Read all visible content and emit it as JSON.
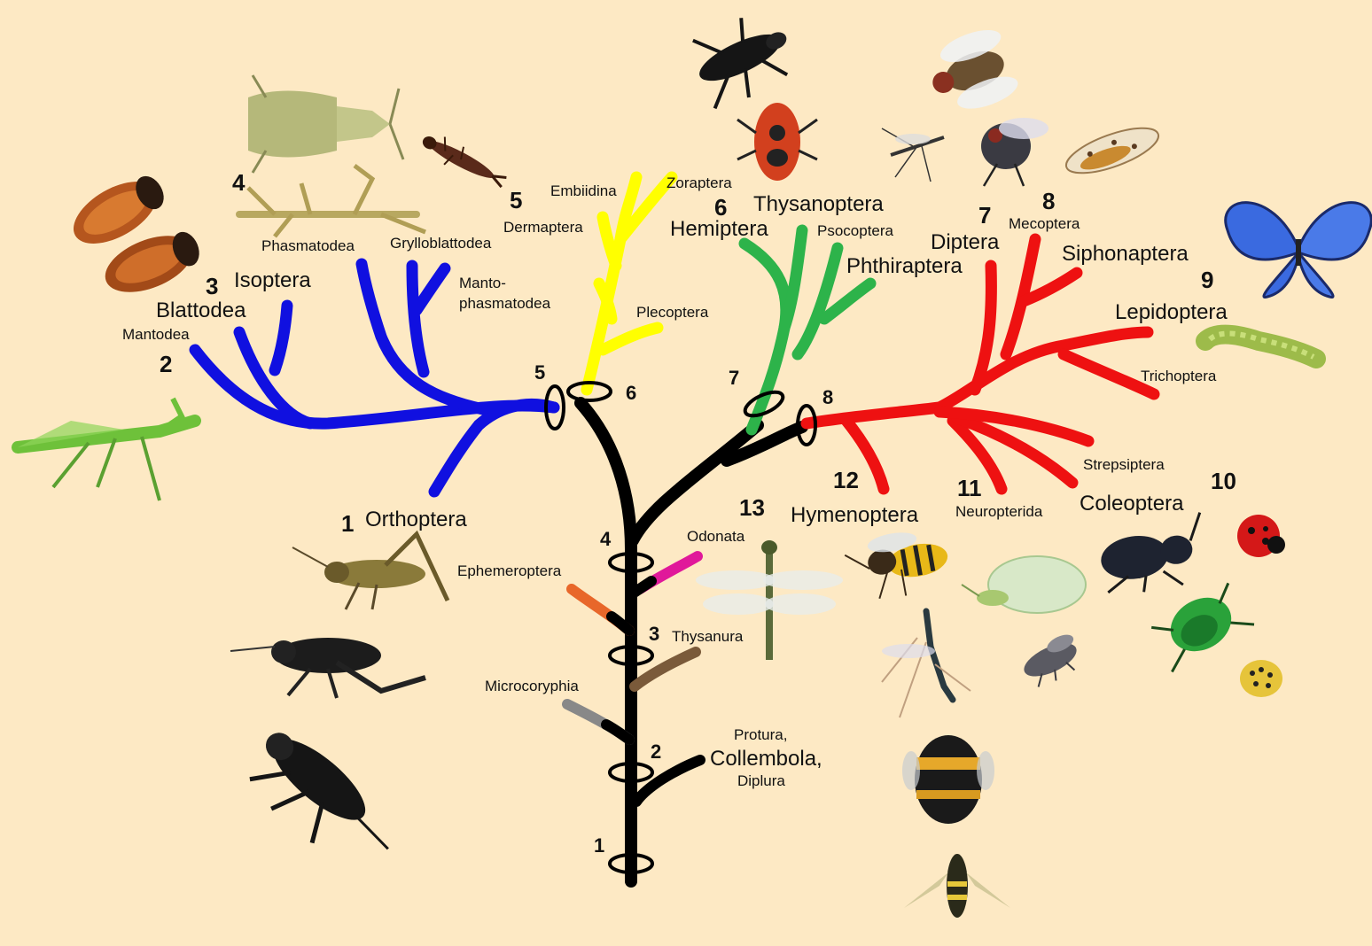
{
  "colors": {
    "background": "#fde9c4",
    "trunk": "#000000",
    "blue_clade": "#1010e0",
    "yellow_clade": "#ffff00",
    "green_clade": "#2db34a",
    "red_clade": "#ee1111",
    "odonata": "#e0189a",
    "ephemeroptera": "#e8672a",
    "thysanura": "#7a5a3a",
    "microcoryphia": "#888888"
  },
  "taxa": {
    "orthoptera": "Orthoptera",
    "mantodea": "Mantodea",
    "blattodea": "Blattodea",
    "isoptera": "Isoptera",
    "phasmatodea": "Phasmatodea",
    "grylloblattodea": "Grylloblattodea",
    "mantophasmatodea_1": "Manto-",
    "mantophasmatodea_2": "phasmatodea",
    "embiidina": "Embiidina",
    "zoraptera": "Zoraptera",
    "dermaptera": "Dermaptera",
    "plecoptera": "Plecoptera",
    "hemiptera": "Hemiptera",
    "thysanoptera": "Thysanoptera",
    "psocoptera": "Psocoptera",
    "phthiraptera": "Phthiraptera",
    "diptera": "Diptera",
    "mecoptera": "Mecoptera",
    "siphonaptera": "Siphonaptera",
    "lepidoptera": "Lepidoptera",
    "trichoptera": "Trichoptera",
    "strepsiptera": "Strepsiptera",
    "coleoptera": "Coleoptera",
    "neuropterida": "Neuropterida",
    "hymenoptera": "Hymenoptera",
    "odonata": "Odonata",
    "ephemeroptera": "Ephemeroptera",
    "thysanura": "Thysanura",
    "microcoryphia": "Microcoryphia",
    "protura": "Protura,",
    "collembola": "Collembola,",
    "diplura": "Diplura"
  },
  "numbers": {
    "orthoptera": "1",
    "mantodea": "2",
    "blattodea": "3",
    "phasmatodea": "4",
    "dermaptera": "5",
    "hemiptera": "6",
    "diptera": "7",
    "mecoptera": "8",
    "lepidoptera": "9",
    "coleoptera": "10",
    "neuropterida": "11",
    "hymenoptera": "12",
    "odonata": "13"
  },
  "nodes": {
    "n1": "1",
    "n2": "2",
    "n3": "3",
    "n4": "4",
    "n5": "5",
    "n6": "6",
    "n7": "7",
    "n8": "8"
  },
  "icons": [
    "grasshopper-icon",
    "cricket-icon",
    "field-cricket-icon",
    "mantis-icon",
    "cockroach-icon",
    "leaf-insect-icon",
    "stick-insect-icon",
    "earwig-icon",
    "assassin-bug-icon",
    "shield-bug-icon",
    "fly-icon",
    "mosquito-icon",
    "housefly-icon",
    "scorpionfly-icon",
    "butterfly-icon",
    "caterpillar-icon",
    "ground-beetle-icon",
    "ladybird-icon",
    "green-beetle-icon",
    "spotted-ladybird-icon",
    "lacewing-icon",
    "strepsipteran-icon",
    "wasp-icon",
    "ichneumon-icon",
    "bumblebee-icon",
    "hoverfly-icon",
    "dragonfly-icon"
  ]
}
